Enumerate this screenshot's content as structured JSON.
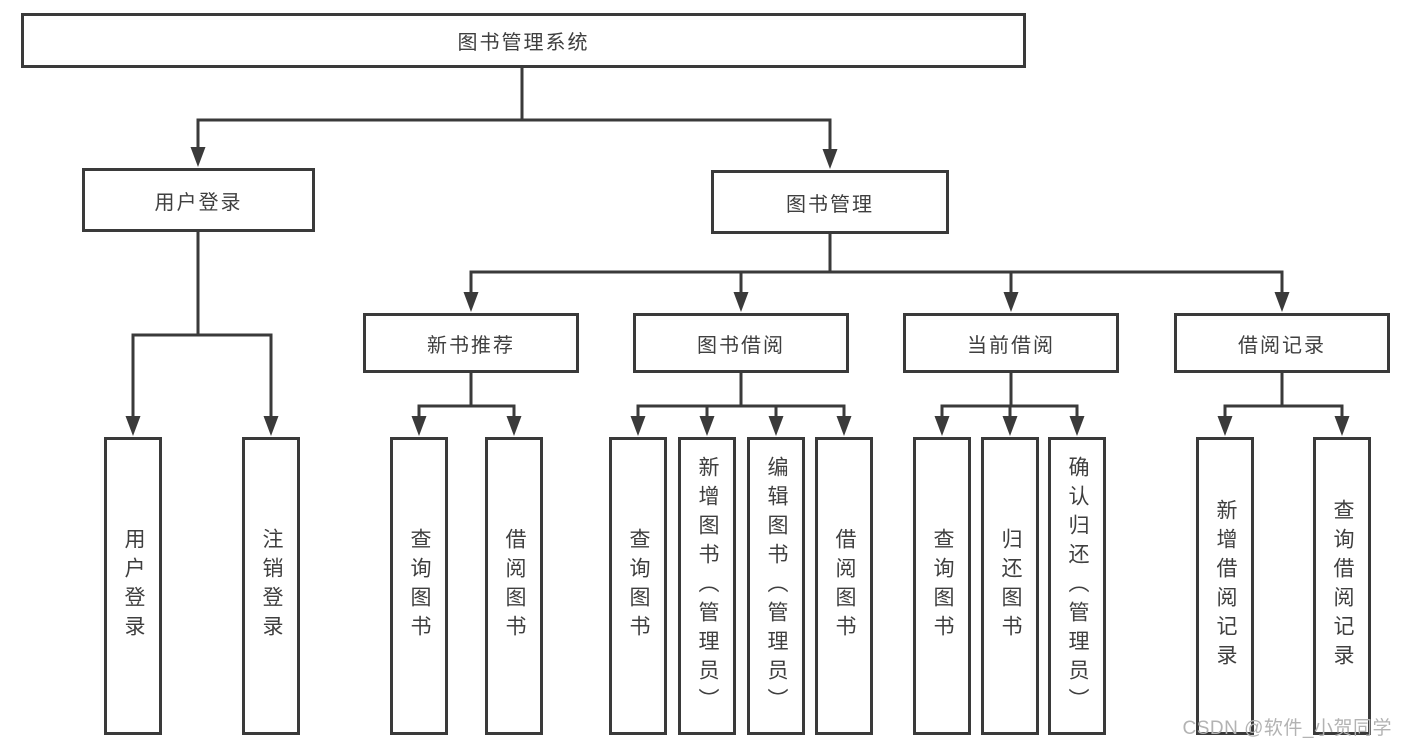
{
  "diagram": {
    "type": "hierarchy-tree",
    "title": "图书管理系统",
    "branches": [
      {
        "label": "用户登录",
        "leaves": [
          "用户登录",
          "注销登录"
        ]
      },
      {
        "label": "图书管理",
        "groups": [
          {
            "label": "新书推荐",
            "leaves": [
              "查询图书",
              "借阅图书"
            ]
          },
          {
            "label": "图书借阅",
            "leaves": [
              "查询图书",
              "新增图书（管理员）",
              "编辑图书（管理员）",
              "借阅图书"
            ]
          },
          {
            "label": "当前借阅",
            "leaves": [
              "查询图书",
              "归还图书",
              "确认归还（管理员）"
            ]
          },
          {
            "label": "借阅记录",
            "leaves": [
              "新增借阅记录",
              "查询借阅记录"
            ]
          }
        ]
      }
    ]
  },
  "watermark": "CSDN @软件_小贺同学",
  "colors": {
    "line": "#3a3a3a",
    "text": "#3f3f3f",
    "watermark": "#b3b3b3",
    "background": "#ffffff"
  }
}
